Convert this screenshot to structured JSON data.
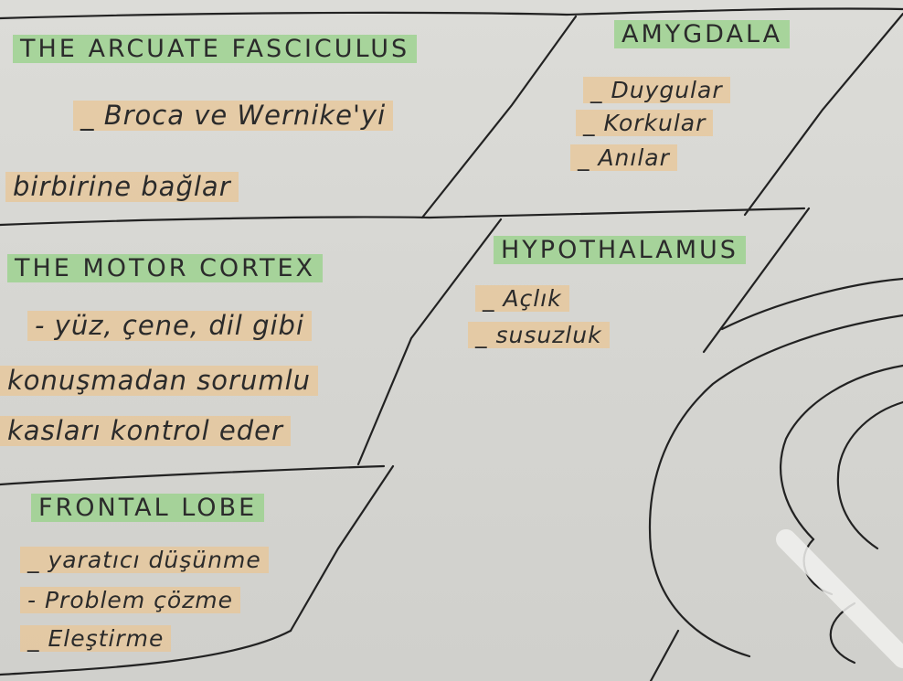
{
  "notes": {
    "arcuate": {
      "title": "THE ARCUATE FASCICULUS",
      "line1": "_ Broca ve Wernike'yi",
      "line2": "birbirine bağlar"
    },
    "amygdala": {
      "title": "AMYGDALA",
      "items": [
        "_ Duygular",
        "_ Korkular",
        "_ Anılar"
      ]
    },
    "motor": {
      "title": "THE MOTOR CORTEX",
      "line1": "- yüz, çene, dil gibi",
      "line2": "konuşmadan sorumlu",
      "line3": "kasları kontrol eder"
    },
    "hypothalamus": {
      "title": "HYPOTHALAMUS",
      "items": [
        "_ Açlık",
        "_ susuzluk"
      ]
    },
    "frontal": {
      "title": "FRONTAL LOBE",
      "items": [
        "_ yaratıcı düşünme",
        "- Problem çözme",
        "_ Eleştirme"
      ]
    }
  },
  "colors": {
    "title_highlight": "#96d287",
    "text_highlight": "#e8c696",
    "ink": "#2b2b2b",
    "paper": "#d8d8d4"
  }
}
